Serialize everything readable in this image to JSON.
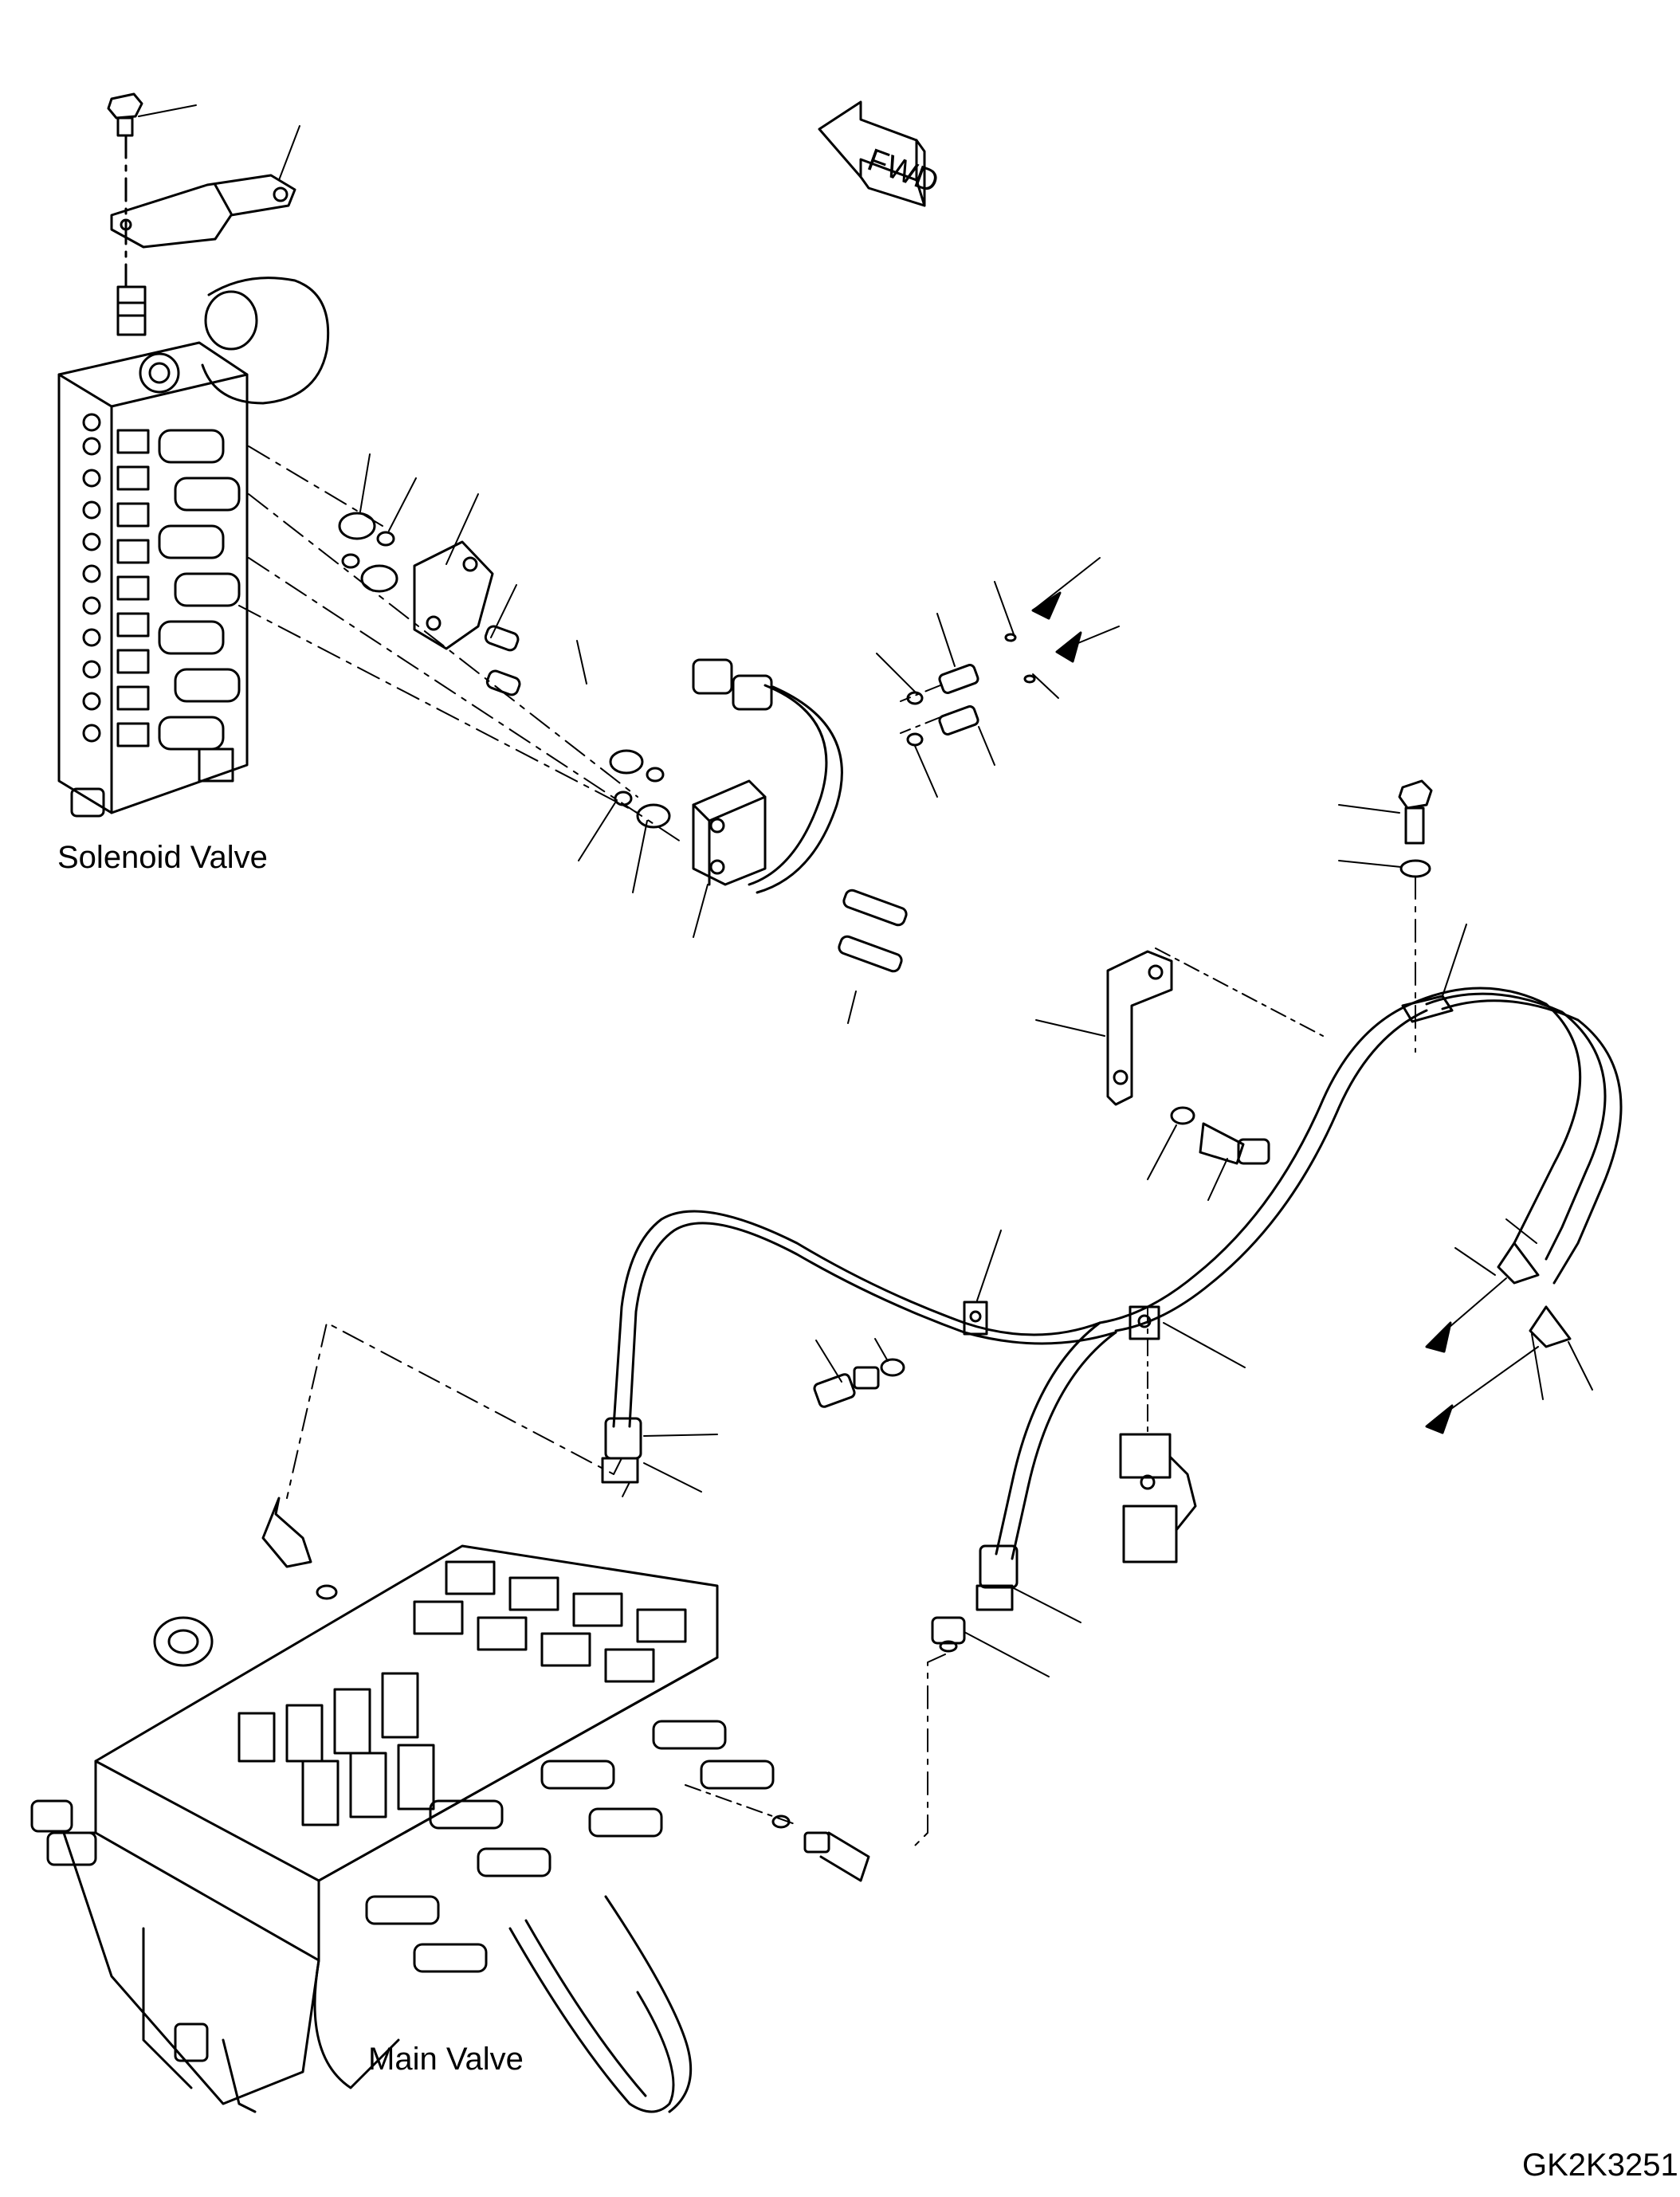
{
  "labels": {
    "solenoid_valve": "Solenoid Valve",
    "main_valve": "Main Valve",
    "fwd": "FWD",
    "drawing_code": "GK2K3251"
  },
  "colors": {
    "ink": "#000000",
    "paper": "#ffffff"
  }
}
